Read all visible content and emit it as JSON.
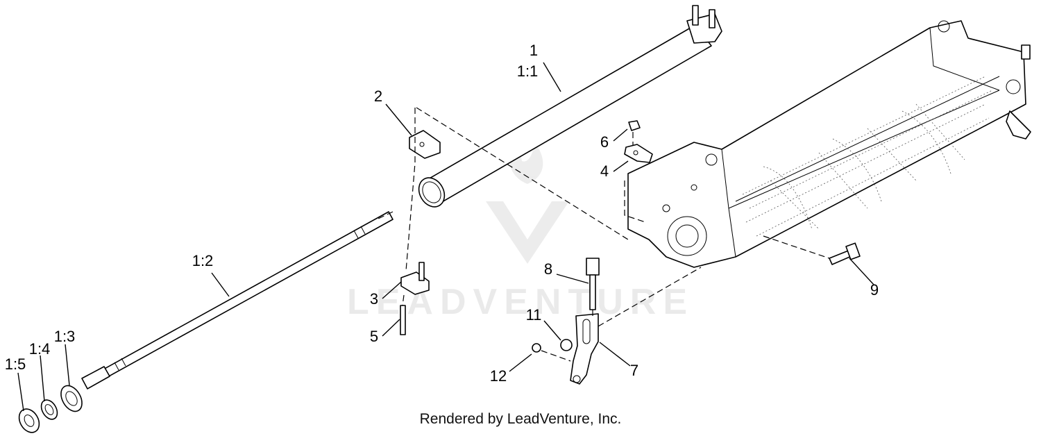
{
  "watermark": "LEADVENTURE",
  "footer": "Rendered by LeadVenture, Inc.",
  "callouts": [
    "1",
    "1:1",
    "2",
    "1:2",
    "3",
    "5",
    "6",
    "4",
    "8",
    "9",
    "11",
    "7",
    "12",
    "1:3",
    "1:4",
    "1:5"
  ]
}
